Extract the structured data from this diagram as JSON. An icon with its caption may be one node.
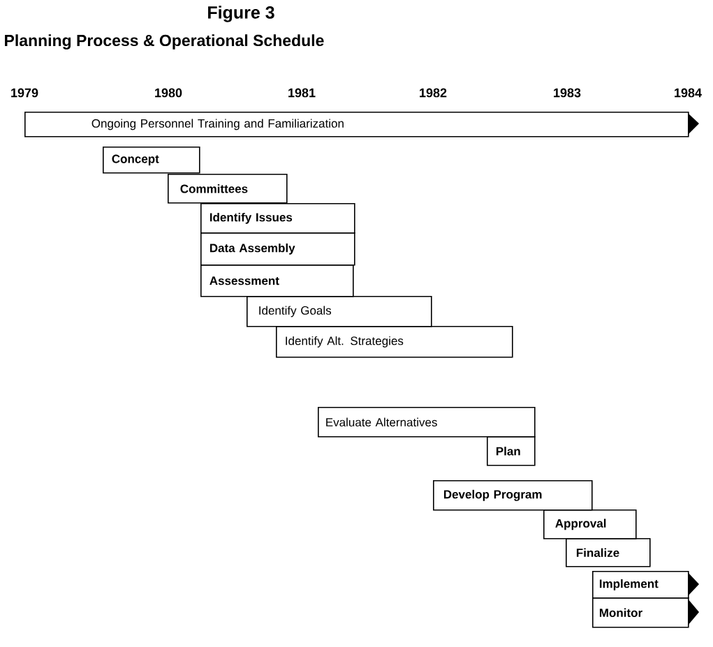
{
  "diagram": {
    "title": "Figure 3",
    "nodes": [
      {
        "text": [
          "Ongoing Personnel Training and Familiarization"
        ]
      },
      {
        "text": [
          "Concept"
        ]
      },
      {
        "text": [
          "Committees"
        ]
      },
      {
        "text": [
          "Identify Issues"
        ]
      },
      {
        "text": [
          "Data Assembly"
        ]
      },
      {
        "text": [
          "Assessment"
        ]
      },
      {
        "text": [
          "Identify Goals"
        ]
      },
      {
        "text": [
          "Identify Alt. Strategies"
        ]
      },
      {
        "text": [
          "Evaluate Alternatives"
        ]
      },
      {
        "text": [
          "Plan"
        ]
      },
      {
        "text": [
          "Develop Program"
        ]
      },
      {
        "text": [
          "Approval"
        ]
      },
      {
        "text": [
          "Finalize"
        ]
      },
      {
        "text": [
          "Implement"
        ]
      },
      {
        "text": [
          "Monitor"
        ]
      }
    ],
    "labels": [
      "Planning Process & Operational Schedule",
      "1979",
      "1980",
      "1981",
      "1982",
      "1983",
      "1984"
    ]
  }
}
